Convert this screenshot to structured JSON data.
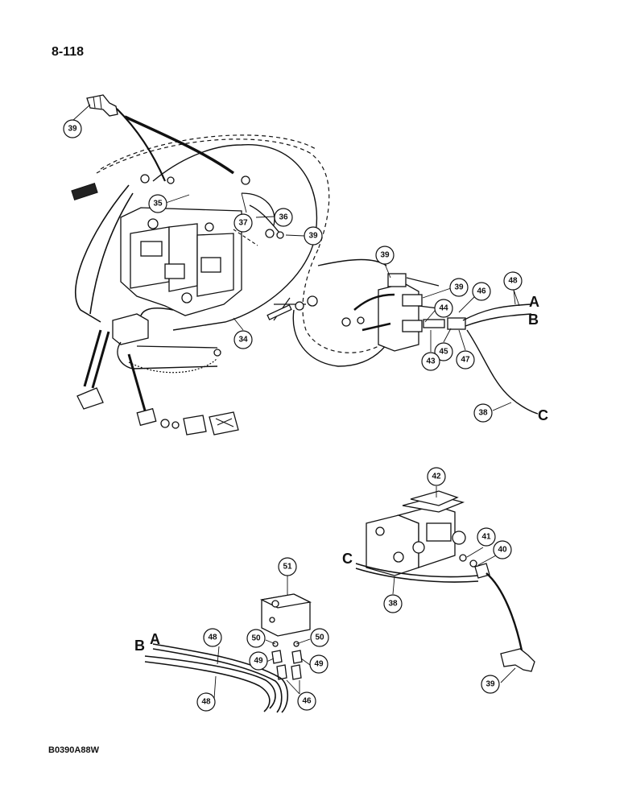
{
  "page_number": "8-118",
  "figure_code": "B0390A88W",
  "callouts": {
    "c39a": "39",
    "c35": "35",
    "c37": "37",
    "c36": "36",
    "c39b": "39",
    "c34": "34",
    "c39c": "39",
    "c39d": "39",
    "c46a": "46",
    "c48a": "48",
    "c44": "44",
    "c45": "45",
    "c43": "43",
    "c47": "47",
    "c38a": "38",
    "c42": "42",
    "c41": "41",
    "c40": "40",
    "c38b": "38",
    "c39e": "39",
    "c51": "51",
    "c48b": "48",
    "c50a": "50",
    "c50b": "50",
    "c49a": "49",
    "c49b": "49",
    "c48c": "48",
    "c46b": "46"
  },
  "letters": {
    "a_top": "A",
    "b_top": "B",
    "c_right": "C",
    "c_left": "C",
    "a_bottom": "A",
    "b_bottom": "B"
  }
}
